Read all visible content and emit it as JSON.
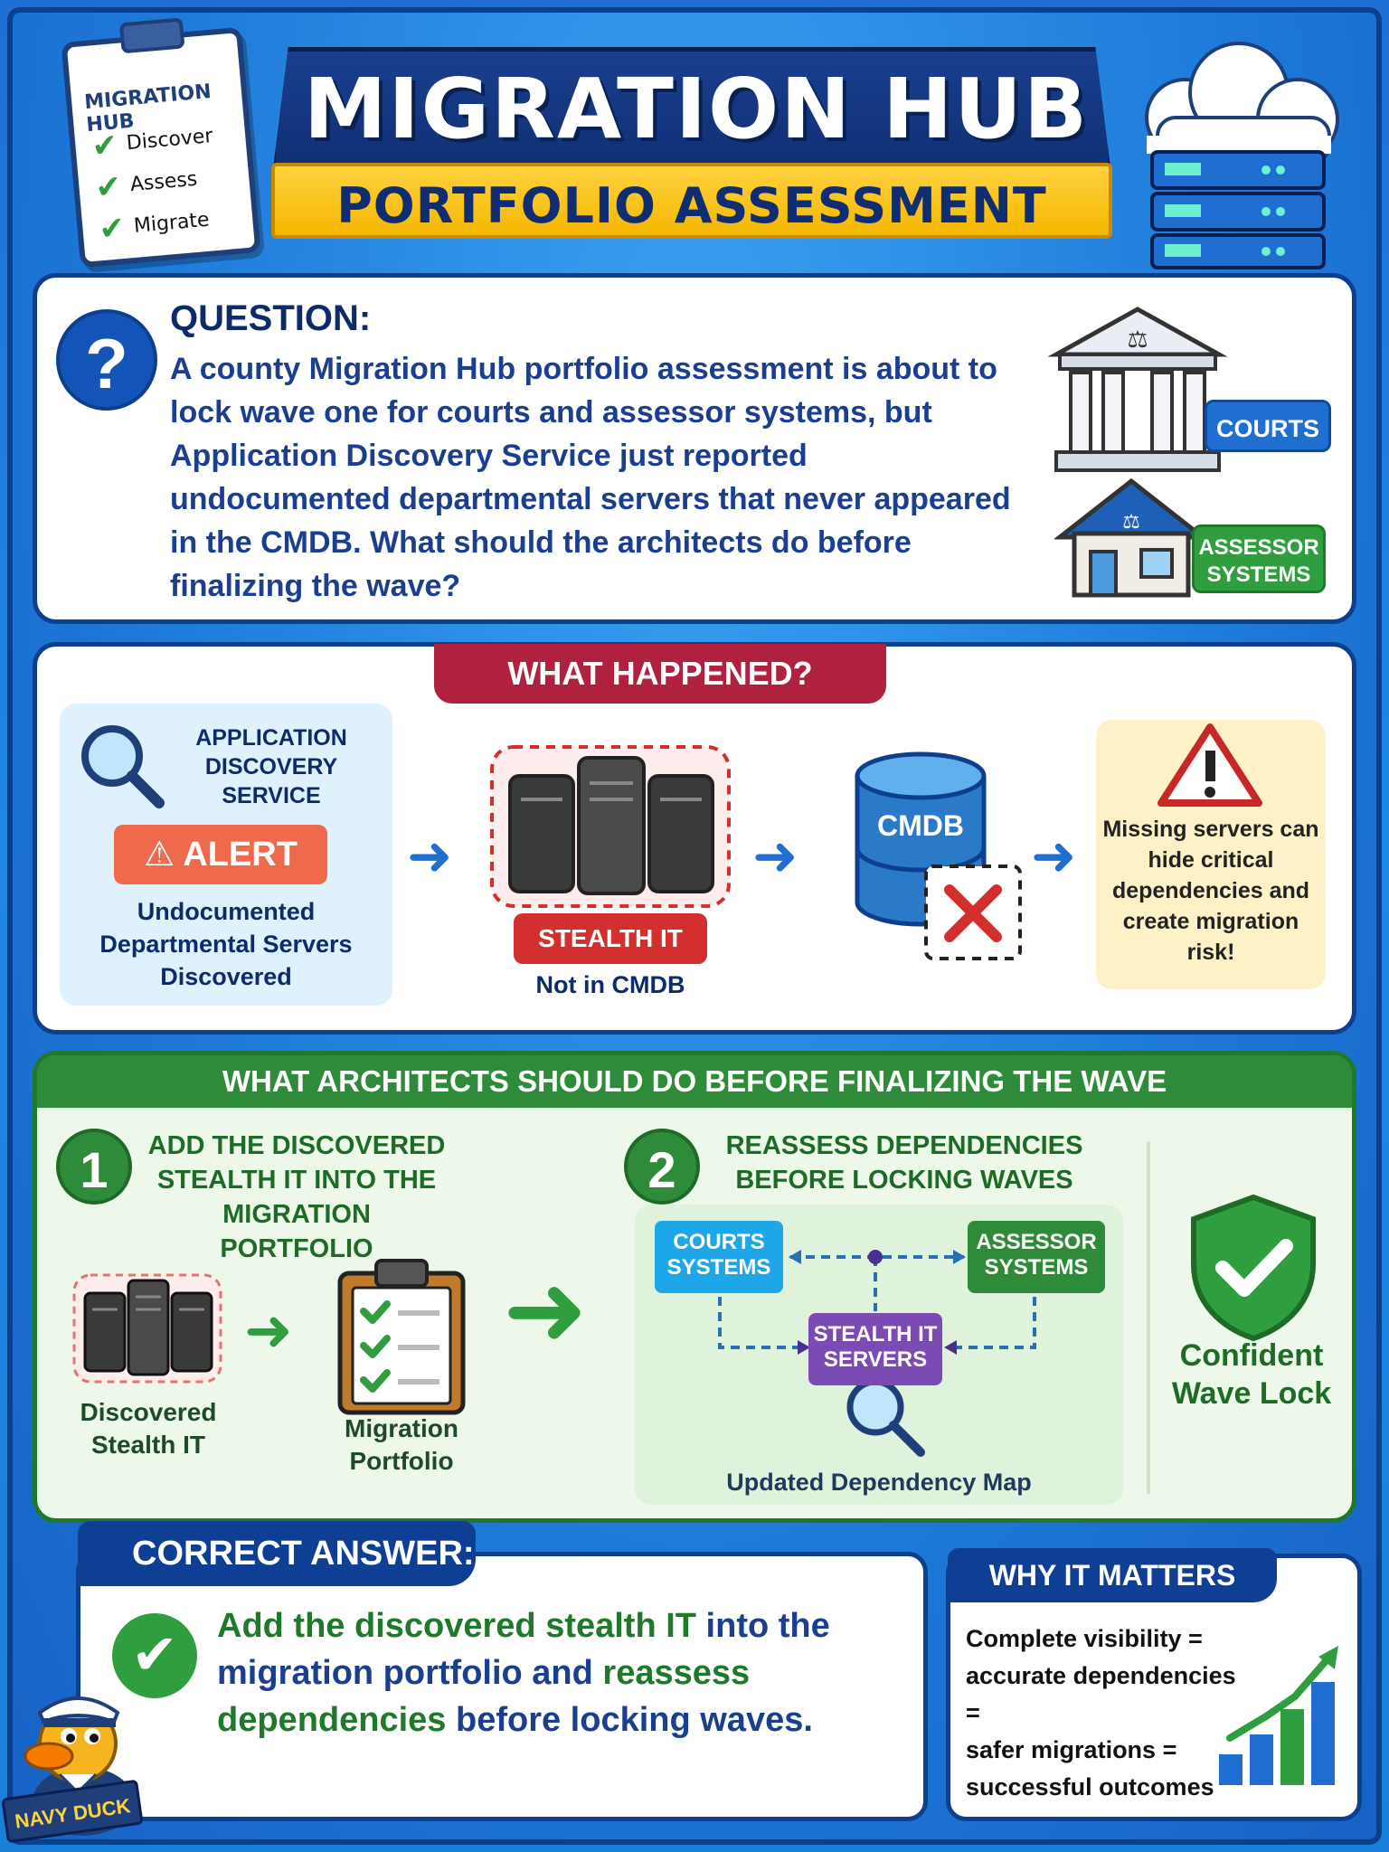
{
  "header": {
    "title": "MIGRATION HUB",
    "subtitle": "PORTFOLIO ASSESSMENT",
    "clipboard": {
      "title": "MIGRATION HUB",
      "items": [
        "Discover",
        "Assess",
        "Migrate"
      ]
    }
  },
  "question": {
    "label": "QUESTION:",
    "text": "A county Migration Hub portfolio assessment is about to lock wave one for courts and assessor systems, but Application Discovery Service just reported undocumented departmental servers that never appeared in the CMDB. What should the architects do before finalizing the wave?",
    "tag_courts": "COURTS",
    "tag_assessor": "ASSESSOR SYSTEMS"
  },
  "what_happened": {
    "heading": "WHAT HAPPENED?",
    "ads_title": "APPLICATION DISCOVERY SERVICE",
    "alert": "ALERT",
    "ads_desc": "Undocumented Departmental Servers Discovered",
    "stealth_label": "STEALTH IT",
    "not_in_cmdb": "Not in CMDB",
    "cmdb": "CMDB",
    "warning": "Missing servers can hide critical dependencies and create migration risk!"
  },
  "architects": {
    "heading": "WHAT ARCHITECTS SHOULD DO BEFORE FINALIZING THE WAVE",
    "step1": {
      "number": "1",
      "title": "ADD THE DISCOVERED STEALTH IT INTO THE MIGRATION PORTFOLIO",
      "from_label": "Discovered Stealth IT",
      "to_label": "Migration Portfolio"
    },
    "step2": {
      "number": "2",
      "title": "REASSESS DEPENDENCIES BEFORE LOCKING WAVES",
      "node_courts": "COURTS SYSTEMS",
      "node_assessor": "ASSESSOR SYSTEMS",
      "node_stealth": "STEALTH IT SERVERS",
      "map_label": "Updated Dependency Map"
    },
    "result": "Confident Wave Lock"
  },
  "answer": {
    "heading": "CORRECT ANSWER:",
    "part1": "Add the discovered stealth IT",
    "part2": " into the migration portfolio and ",
    "part3": "reassess dependencies",
    "part4": " before locking waves."
  },
  "why": {
    "heading": "WHY IT MATTERS",
    "lines": [
      "Complete visibility =",
      "accurate dependencies =",
      "safer migrations =",
      "successful outcomes"
    ]
  },
  "mascot": {
    "label": "NAVY DUCK"
  },
  "colors": {
    "navy": "#0d3f8f",
    "green": "#2e8b3a",
    "red": "#b0213f",
    "yellow": "#ffd23f",
    "blue": "#1e6fd1"
  }
}
